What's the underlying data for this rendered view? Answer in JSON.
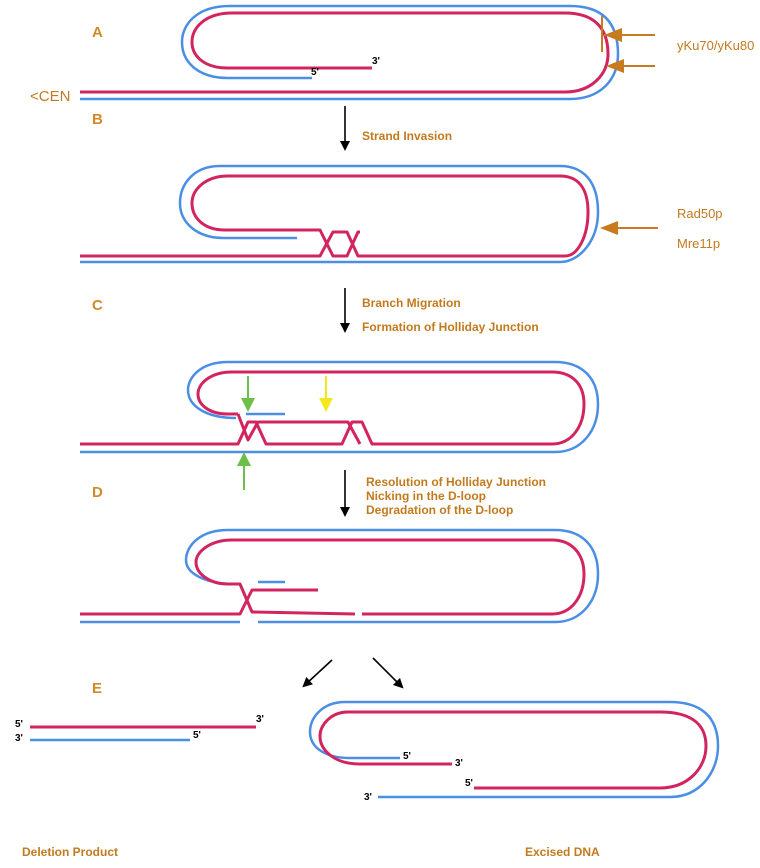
{
  "panels": {
    "a": "A",
    "b": "B",
    "c": "C",
    "d": "D",
    "e": "E"
  },
  "labels": {
    "cen": "<CEN",
    "ku": "yKu70/yKu80",
    "strand_invasion": "Strand Invasion",
    "rad50": "Rad50p",
    "mre11": "Mre11p",
    "branch_migration": "Branch Migration",
    "holliday_formation": "Formation of Holliday Junction",
    "resolution": "Resolution of Holliday Junction",
    "nicking": "Nicking in the D-loop",
    "degradation": "Degradation of the D-loop",
    "deletion_product": "Deletion Product",
    "excised_dna": "Excised DNA"
  },
  "ends": {
    "five_prime": "5'",
    "three_prime": "3'"
  },
  "colors": {
    "top_strand": "#d2245e",
    "bottom_strand": "#4a8ee6",
    "protein_arrow": "#c87a1e",
    "cleavage_arrow_green": "#6cc04a",
    "cleavage_arrow_yellow": "#f4e81c",
    "label": "#c27a1e"
  }
}
